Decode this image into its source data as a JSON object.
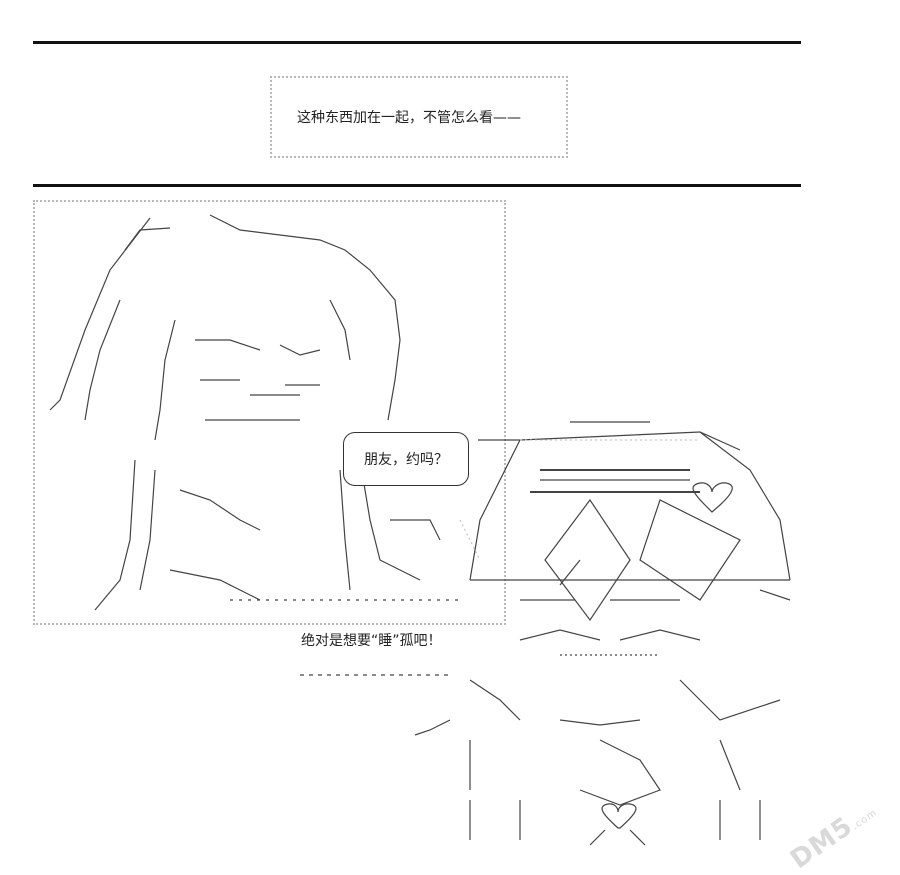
{
  "panel1": {
    "caption": "这种东西加在一起，不管怎么看——"
  },
  "panel2": {
    "speech_bubble": "朋友，约吗？",
    "shout": "绝对是想要“睡”孤吧！"
  },
  "watermark": {
    "brand": "DM5",
    "domain": ".com"
  }
}
